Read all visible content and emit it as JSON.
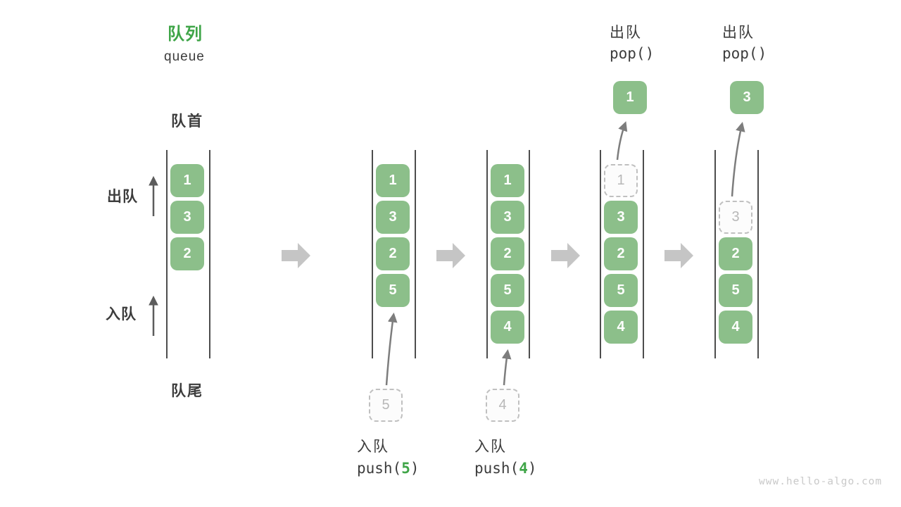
{
  "header": {
    "title_cn": "队列",
    "title_en": "queue"
  },
  "axis_labels": {
    "front": "队首",
    "rear": "队尾",
    "dequeue_side": "出队",
    "enqueue_side": "入队"
  },
  "states": [
    {
      "name": "initial",
      "solid": [
        "1",
        "3",
        "2"
      ]
    },
    {
      "name": "after-push-5",
      "solid": [
        "1",
        "3",
        "2",
        "5"
      ],
      "pending": "5",
      "op": {
        "label": "入队",
        "fn": "push(",
        "arg": "5",
        "close": ")"
      }
    },
    {
      "name": "after-push-4",
      "solid": [
        "1",
        "3",
        "2",
        "5",
        "4"
      ],
      "pending": "4",
      "op": {
        "label": "入队",
        "fn": "push(",
        "arg": "4",
        "close": ")"
      }
    },
    {
      "name": "after-pop-1",
      "ghost": "1",
      "solid": [
        "3",
        "2",
        "5",
        "4"
      ],
      "popped": "1",
      "op": {
        "label": "出队",
        "fn": "pop()"
      }
    },
    {
      "name": "after-pop-3",
      "ghost": "3",
      "solid": [
        "2",
        "5",
        "4"
      ],
      "popped": "3",
      "op": {
        "label": "出队",
        "fn": "pop()"
      }
    }
  ],
  "watermark": "www.hello-algo.com",
  "colors": {
    "green_box": "#8cbf8a",
    "green_accent": "#3fa548",
    "dark_text": "#3c3c3c",
    "line_color": "#4d4d4d",
    "dashed_border": "#c0c0c0",
    "dashed_text": "#b8b8b8",
    "block_arrow": "#c5c5c5",
    "arrow_dark": "#5c5c5c",
    "arrow_mid": "#7d7d7d",
    "watermark_color": "#c9c9c9"
  }
}
